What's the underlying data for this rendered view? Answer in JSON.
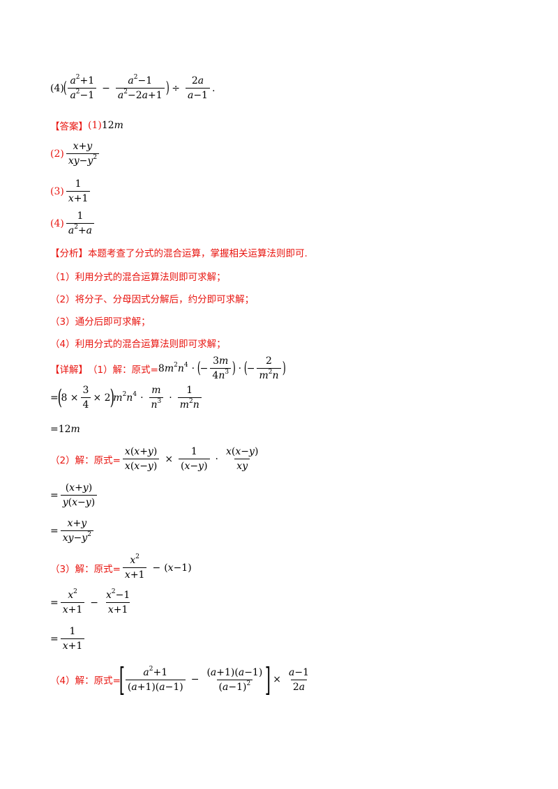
{
  "problem4": {
    "label": "(4)",
    "end": "."
  },
  "answer": {
    "tag": "【答案】",
    "p1_label": "(1)",
    "p2_label": "(2)",
    "p3_label": "(3)",
    "p4_label": "(4)"
  },
  "analysis": {
    "tag": "【分析】",
    "intro": "本题考查了分式的混合运算，掌握相关运算法则即可.",
    "items": [
      "（1）利用分式的混合运算法则即可求解；",
      "（2）将分子、分母因式分解后，约分即可求解；",
      "（3）通分后即可求解；",
      "（4）利用分式的混合运算法则即可求解；"
    ]
  },
  "detail": {
    "tag": "【详解】",
    "s1_prefix": "（1）解：原式=",
    "s2_prefix": "（2）解：原式=",
    "s3_prefix": "（3）解：原式=",
    "s4_prefix": "（4）解：原式="
  },
  "colors": {
    "accent": "#e8140f",
    "text": "#000000"
  }
}
